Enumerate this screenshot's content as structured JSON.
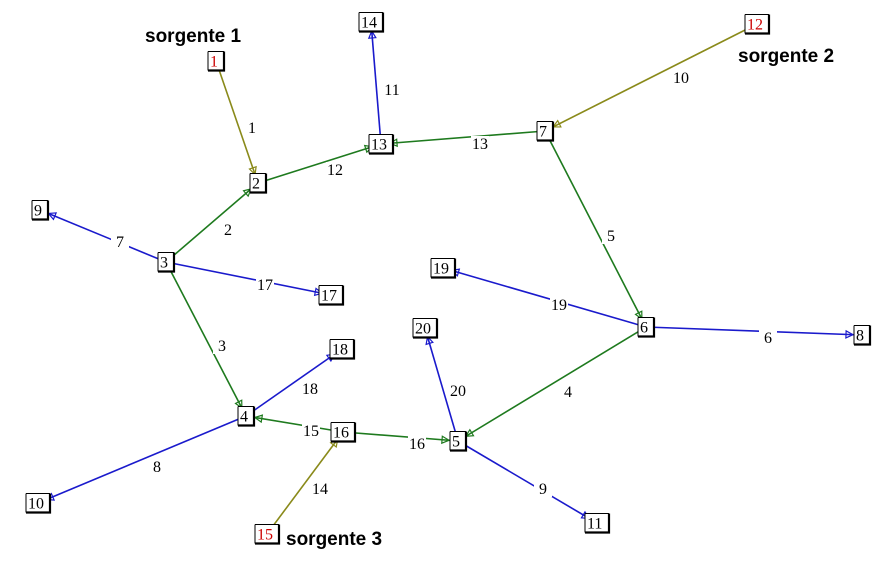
{
  "colors": {
    "green": "#1e7a1e",
    "blue": "#1a1acc",
    "olive": "#8a8a1a",
    "red": "#cc0000"
  },
  "nodes": [
    {
      "id": "1",
      "label": "1",
      "red": true
    },
    {
      "id": "2",
      "label": "2"
    },
    {
      "id": "3",
      "label": "3"
    },
    {
      "id": "4",
      "label": "4"
    },
    {
      "id": "5",
      "label": "5"
    },
    {
      "id": "6",
      "label": "6"
    },
    {
      "id": "7",
      "label": "7"
    },
    {
      "id": "8",
      "label": "8"
    },
    {
      "id": "9",
      "label": "9"
    },
    {
      "id": "10",
      "label": "10"
    },
    {
      "id": "11",
      "label": "11"
    },
    {
      "id": "12",
      "label": "12",
      "red": true
    },
    {
      "id": "13",
      "label": "13"
    },
    {
      "id": "14",
      "label": "14"
    },
    {
      "id": "15",
      "label": "15",
      "red": true
    },
    {
      "id": "16",
      "label": "16"
    },
    {
      "id": "17",
      "label": "17"
    },
    {
      "id": "18",
      "label": "18"
    },
    {
      "id": "19",
      "label": "19"
    },
    {
      "id": "20",
      "label": "20"
    }
  ],
  "edges": [
    {
      "label": "1",
      "from": "1",
      "to": "2",
      "color": "olive"
    },
    {
      "label": "2",
      "from": "3",
      "to": "2",
      "color": "green"
    },
    {
      "label": "3",
      "from": "3",
      "to": "4",
      "color": "green"
    },
    {
      "label": "4",
      "from": "6",
      "to": "5",
      "color": "green"
    },
    {
      "label": "5",
      "from": "7",
      "to": "6",
      "color": "green"
    },
    {
      "label": "6",
      "from": "6",
      "to": "8",
      "color": "blue"
    },
    {
      "label": "7",
      "from": "3",
      "to": "9",
      "color": "blue"
    },
    {
      "label": "8",
      "from": "4",
      "to": "10",
      "color": "blue"
    },
    {
      "label": "9",
      "from": "5",
      "to": "11",
      "color": "blue"
    },
    {
      "label": "10",
      "from": "12",
      "to": "7",
      "color": "olive"
    },
    {
      "label": "11",
      "from": "13",
      "to": "14",
      "color": "blue"
    },
    {
      "label": "12",
      "from": "2",
      "to": "13",
      "color": "green"
    },
    {
      "label": "13",
      "from": "7",
      "to": "13",
      "color": "green"
    },
    {
      "label": "14",
      "from": "15",
      "to": "16",
      "color": "olive"
    },
    {
      "label": "15",
      "from": "16",
      "to": "4",
      "color": "green"
    },
    {
      "label": "16",
      "from": "16",
      "to": "5",
      "color": "green"
    },
    {
      "label": "17",
      "from": "3",
      "to": "17",
      "color": "blue"
    },
    {
      "label": "18",
      "from": "4",
      "to": "18",
      "color": "blue"
    },
    {
      "label": "19",
      "from": "6",
      "to": "19",
      "color": "blue"
    },
    {
      "label": "20",
      "from": "5",
      "to": "20",
      "color": "blue"
    }
  ],
  "sources": [
    {
      "id": "src1",
      "label": "sorgente 1"
    },
    {
      "id": "src2",
      "label": "sorgente 2"
    },
    {
      "id": "src3",
      "label": "sorgente 3"
    }
  ]
}
